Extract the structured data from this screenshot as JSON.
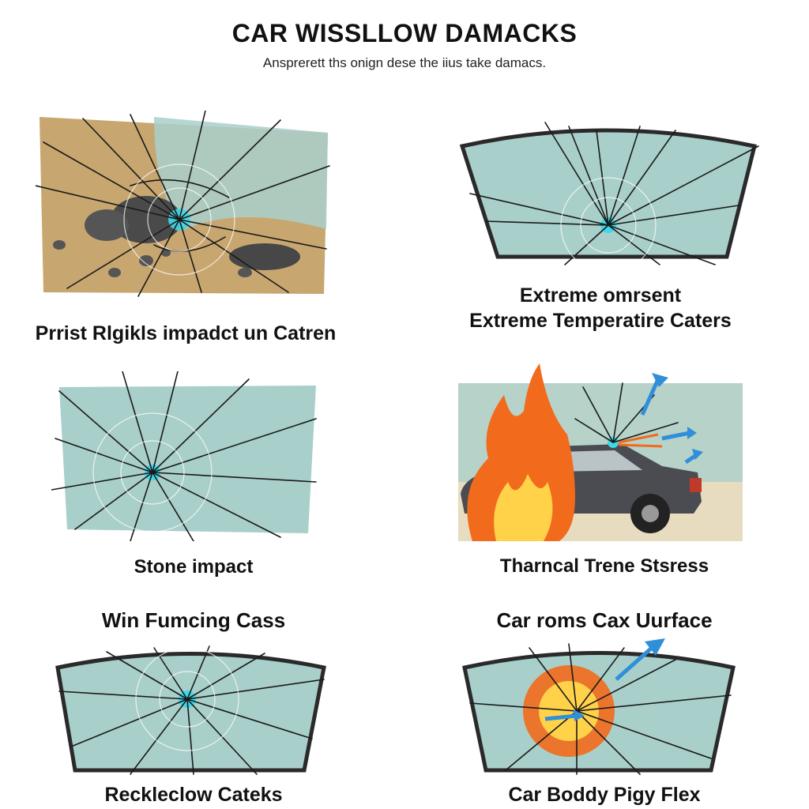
{
  "header": {
    "title": "CAR WISSLLOW DAMACKS",
    "subtitle": "Ansprerett ths onign dese the iius take damacs."
  },
  "panels": [
    {
      "captions": [
        "Prrist Rlgikls impadct un Catren"
      ],
      "icons": [
        "cracked-glass-icon",
        "rocks-icon"
      ]
    },
    {
      "captions": [
        "Extreme omrsent",
        "Extreme Temperatire Caters"
      ],
      "icons": [
        "cracked-windshield-icon"
      ]
    },
    {
      "captions": [
        "Stone impact"
      ],
      "icons": [
        "cracked-glass-icon"
      ]
    },
    {
      "captions": [
        "Tharncal Trene Stsress"
      ],
      "icons": [
        "car-icon",
        "fire-icon",
        "arrow-icon"
      ]
    },
    {
      "captions": [
        "Win Fumcing Cass"
      ],
      "icons": [
        "cracked-windshield-icon"
      ]
    },
    {
      "captions": [
        "Car roms Cax Uurface"
      ],
      "icons": []
    },
    {
      "captions": [
        "Reckleclow Cateks"
      ],
      "icons": []
    },
    {
      "captions": [
        "Car Boddy Pigy Flex"
      ],
      "icons": [
        "cracked-windshield-icon",
        "explosion-icon",
        "arrow-icon"
      ]
    }
  ],
  "colors": {
    "glass": "#a9cfcb",
    "sand": "#c8a670",
    "rock": "#4a4a4a",
    "impact_glow": "#3fd8e8",
    "fire_orange": "#f26a1b",
    "fire_yellow": "#ffd24a",
    "car_body": "#4a4c52",
    "arrow_blue": "#2f8fd8",
    "frame": "#2a2a2a"
  }
}
